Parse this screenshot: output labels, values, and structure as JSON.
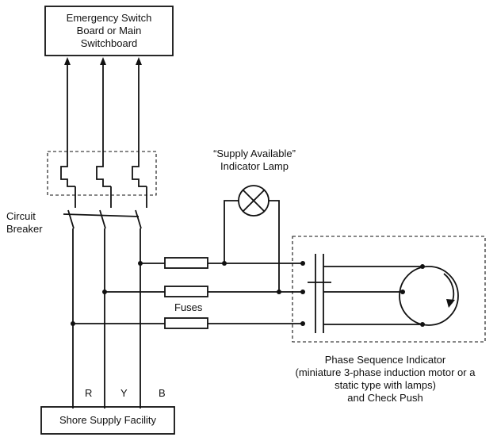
{
  "top_box": {
    "line1": "Emergency Switch",
    "line2": "Board or Main",
    "line3": "Switchboard"
  },
  "lamp": {
    "line1": "“Supply Available”",
    "line2": "Indicator Lamp"
  },
  "breaker": {
    "line1": "Circuit",
    "line2": "Breaker"
  },
  "fuses": "Fuses",
  "phases": {
    "r": "R",
    "y": "Y",
    "b": "B"
  },
  "bottom_box": "Shore Supply Facility",
  "indicator": {
    "line1": "Phase Sequence Indicator",
    "line2": "(miniature 3-phase induction motor or a",
    "line3": "static type with lamps)",
    "line4": "and Check Push"
  }
}
